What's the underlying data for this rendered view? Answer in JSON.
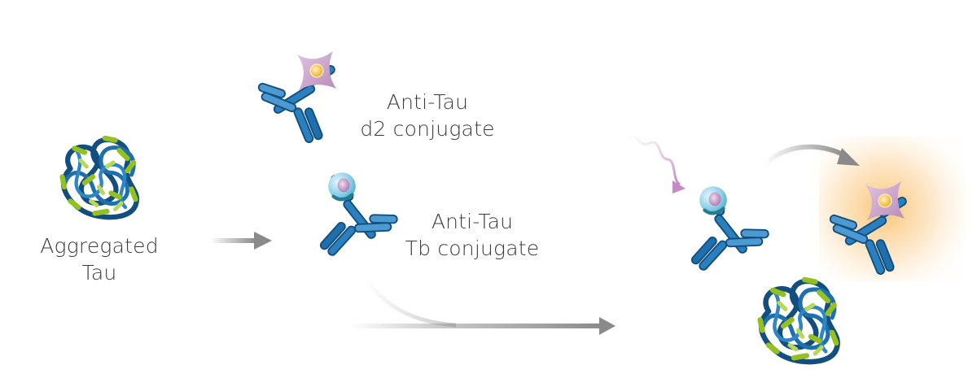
{
  "labels": {
    "aggregated_tau": [
      "Aggregated",
      "Tau"
    ],
    "d2_conjugate": [
      "Anti-Tau",
      "d2 conjugate"
    ],
    "tb_conjugate": [
      "Anti-Tau",
      "Tb conjugate"
    ]
  },
  "colors": {
    "antibody_blue": "#1d6fae",
    "antibody_dark": "#124e7e",
    "antibody_light": "#4d9ad2",
    "tau_green": "#95c11f",
    "d2_acceptor": "#c9a3c9",
    "donor_cyan": "#8fd0e6",
    "donor_core": "#b07cb8",
    "acceptor_core": "#f6b21b",
    "excitation_wave": "#d9b2d9",
    "arrow_gray": "#8a8a8a",
    "fret_glow": "#fbd7a4",
    "text": "#3c3c3c"
  },
  "icons": [
    "tau-aggregate-icon",
    "d2-acceptor-icon",
    "tb-donor-icon",
    "antibody-icon",
    "excitation-wave-icon",
    "fret-glow-icon"
  ]
}
